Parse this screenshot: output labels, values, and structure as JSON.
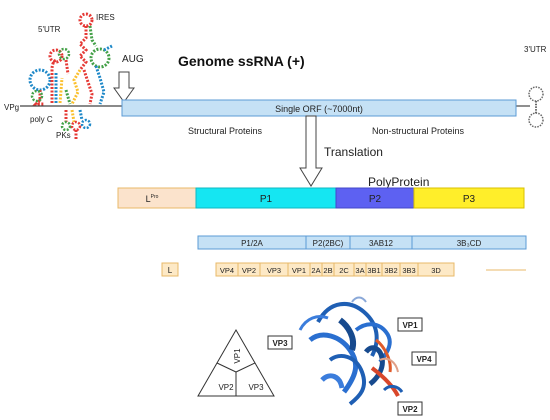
{
  "labels": {
    "utr5": "5'UTR",
    "ires": "IRES",
    "aug": "AUG",
    "genome_title": "Genome ssRNA (+)",
    "utr3": "3'UTR",
    "vpg": "VPg",
    "polyc": "poly C",
    "pks": "PKs",
    "orf": "Single ORF (~7000nt)",
    "structural": "Structural Proteins",
    "nonstructural": "Non-structural Proteins",
    "translation": "Translation",
    "polyprotein": "PolyProtein"
  },
  "polyprotein": {
    "lpro": "L",
    "lpro_sup": "Pro",
    "p1": "P1",
    "p2": "P2",
    "p3": "P3"
  },
  "intermediates": {
    "p12a": "P1/2A",
    "p2bc": "P2(2BC)",
    "ab12": "3AB12",
    "b3cd": "3B₃CD"
  },
  "mature": {
    "l": "L",
    "items": [
      "VP4",
      "VP2",
      "VP3",
      "VP1",
      "2A",
      "2B",
      "2C",
      "3A",
      "3B1",
      "3B2",
      "3B3",
      "3D"
    ]
  },
  "capsid": {
    "triangle_labels": [
      "VP1",
      "VP2",
      "VP3"
    ],
    "structure_labels": [
      "VP3",
      "VP1",
      "VP4",
      "VP2"
    ]
  },
  "colors": {
    "orf_bar": "#c5e1f5",
    "orf_border": "#5b9bd5",
    "lpro": "#fbe3cc",
    "p1": "#15e6f2",
    "p2": "#5d61f2",
    "p3": "#ffee2a",
    "mature": "#fde9c6",
    "mature_border": "#e8b968"
  }
}
